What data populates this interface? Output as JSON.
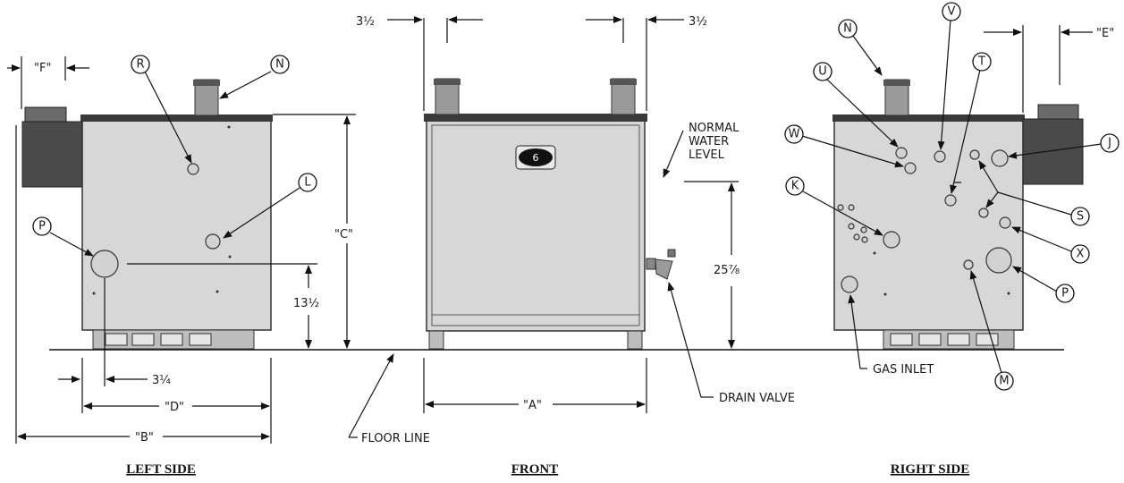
{
  "views": {
    "left": "LEFT SIDE",
    "front": "FRONT",
    "right": "RIGHT SIDE"
  },
  "dimensions": {
    "f": "\"F\"",
    "c": "\"C\"",
    "thirteen_half": "13½",
    "three_quarter": "3¼",
    "d": "\"D\"",
    "b": "\"B\"",
    "three_half_left": "3½",
    "three_half_right": "3½",
    "twenty_five": "25⅞",
    "a": "\"A\"",
    "e": "\"E\""
  },
  "callouts": {
    "normal_water_level": [
      "NORMAL",
      "WATER",
      "LEVEL"
    ],
    "drain_valve": "DRAIN VALVE",
    "floor_line": "FLOOR LINE",
    "gas_inlet": "GAS INLET"
  },
  "bubbles": {
    "left": [
      "R",
      "N",
      "L",
      "P"
    ],
    "right": [
      "N",
      "V",
      "U",
      "T",
      "W",
      "J",
      "K",
      "S",
      "X",
      "P",
      "M"
    ]
  },
  "front_badge": "6"
}
